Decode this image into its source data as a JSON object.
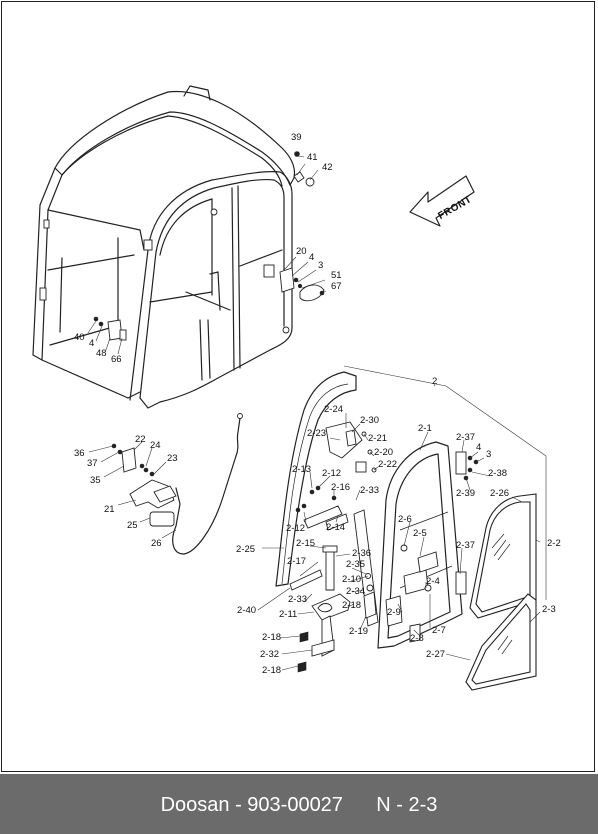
{
  "diagram": {
    "front_label": "FRONT",
    "labels": [
      "39",
      "41",
      "42",
      "20",
      "4",
      "3",
      "51",
      "67",
      "40",
      "4",
      "48",
      "66",
      "36",
      "37",
      "35",
      "22",
      "24",
      "23",
      "21",
      "25",
      "26",
      "2",
      "2-24",
      "2-30",
      "2-23",
      "2-21",
      "2-20",
      "2-22",
      "2-1",
      "2-37",
      "4",
      "3",
      "2-38",
      "2-39",
      "2-13",
      "2-12",
      "2-16",
      "2-33",
      "2-12",
      "2-14",
      "2-6",
      "2-5",
      "2-26",
      "2-2",
      "2-25",
      "2-15",
      "2-36",
      "2-17",
      "2-35",
      "2-37",
      "2-10",
      "2-34",
      "2-4",
      "2-33",
      "2-18",
      "2-40",
      "2-11",
      "2-9",
      "2-19",
      "2-8",
      "2-7",
      "2-3",
      "2-18",
      "2-32",
      "2-27",
      "2-18"
    ]
  },
  "footer": {
    "text": "Doosan - 903-00027      N - 2-3"
  }
}
